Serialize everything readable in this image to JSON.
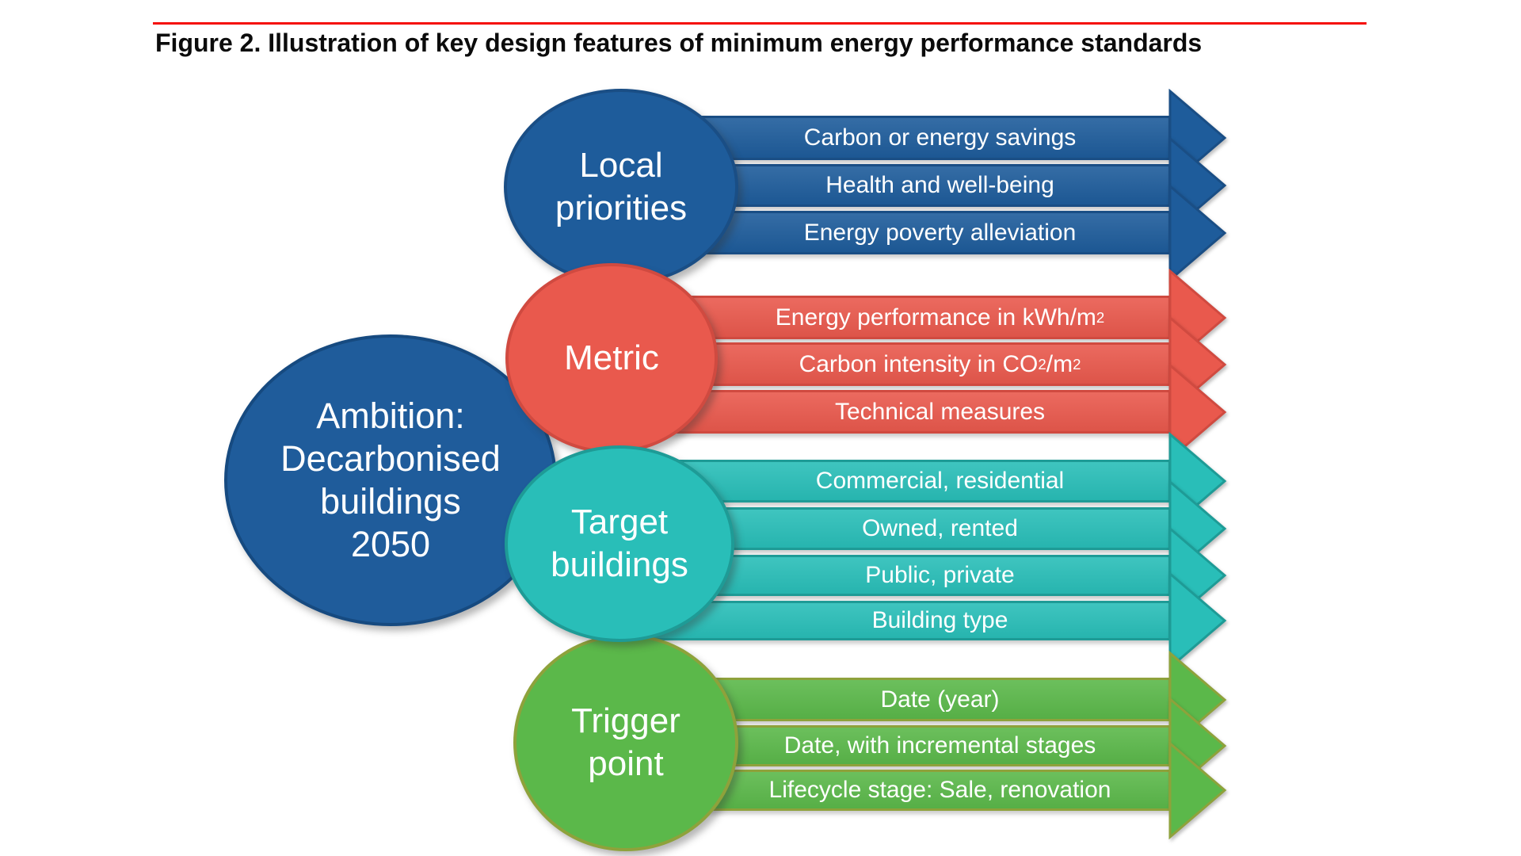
{
  "title": "Figure 2. Illustration of key design features of minimum energy performance standards",
  "rule_color": "#f5100b",
  "ambition_circle": {
    "lines": [
      "Ambition:",
      "Decarbonised",
      "buildings",
      "2050"
    ],
    "fill": "#1F5C9B",
    "border": "#164A80"
  },
  "groups": [
    {
      "id": "local-priorities",
      "label_lines": [
        "Local",
        "priorities"
      ],
      "fill": "#1E5C9B",
      "border": "#1A4E85",
      "bands": [
        {
          "label": "Carbon or energy savings"
        },
        {
          "label": "Health and well-being"
        },
        {
          "label": "Energy poverty alleviation"
        }
      ]
    },
    {
      "id": "metric",
      "label_lines": [
        "Metric"
      ],
      "fill": "#E9594D",
      "border": "#D04A40",
      "bands": [
        {
          "label": "Energy performance in kWh/m2",
          "rich": [
            [
              "Energy performance in kWh/m",
              ""
            ],
            [
              "2",
              "sup"
            ]
          ]
        },
        {
          "label": "Carbon intensity in CO2/m2",
          "rich": [
            [
              "Carbon intensity in CO",
              ""
            ],
            [
              "2",
              "sub"
            ],
            [
              "/m",
              ""
            ],
            [
              "2",
              "sup"
            ]
          ]
        },
        {
          "label": "Technical measures"
        }
      ]
    },
    {
      "id": "target-buildings",
      "label_lines": [
        "Target",
        "buildings"
      ],
      "fill": "#29BEB8",
      "border": "#1E9B96",
      "bands": [
        {
          "label": "Commercial, residential"
        },
        {
          "label": "Owned, rented"
        },
        {
          "label": "Public, private"
        },
        {
          "label": "Building type"
        }
      ]
    },
    {
      "id": "trigger-point",
      "label_lines": [
        "Trigger",
        "point"
      ],
      "fill": "#5BB84A",
      "border": "#8EA23B",
      "bands": [
        {
          "label": "Date (year)"
        },
        {
          "label": "Date, with incremental stages"
        },
        {
          "label": "Lifecycle stage: Sale, renovation"
        }
      ]
    }
  ]
}
